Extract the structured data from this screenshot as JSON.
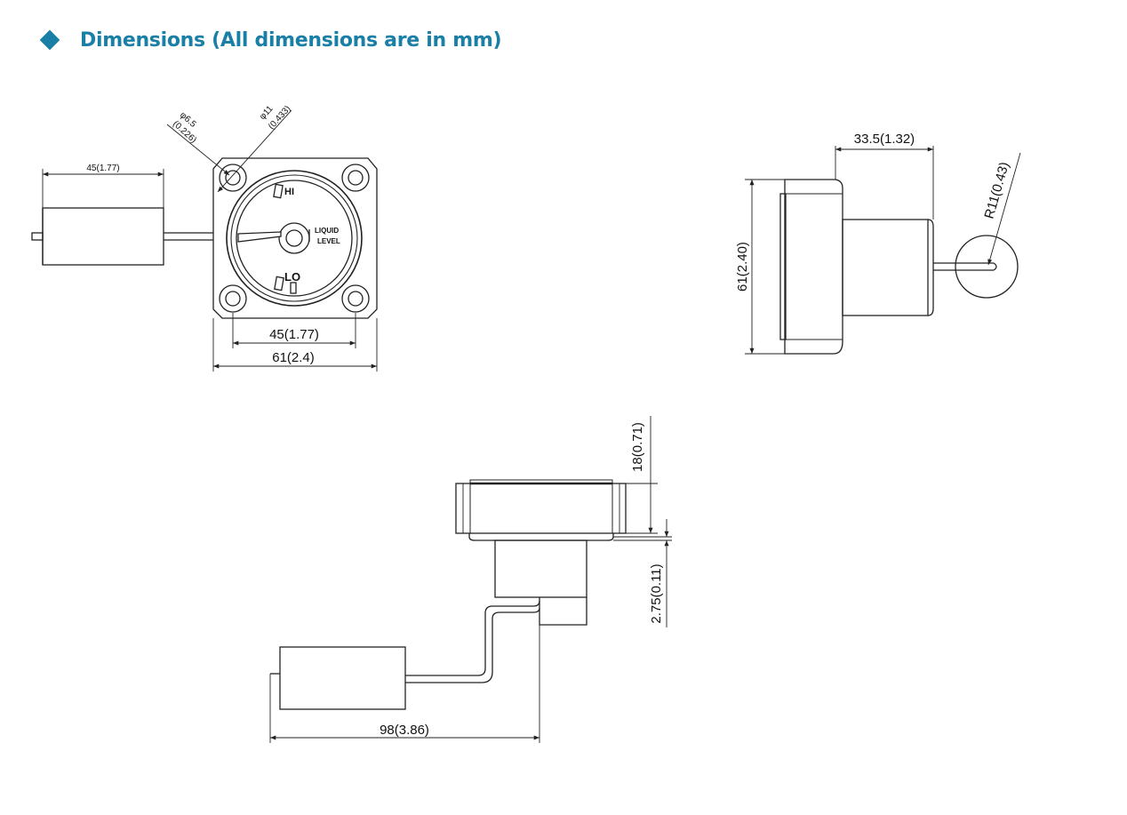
{
  "header": {
    "title": "Dimensions (All dimensions are in mm)",
    "accent_color": "#1a7fa6",
    "bullet_icon": "diamond-icon"
  },
  "front_view": {
    "float_arm_length": "45(1.77)",
    "hole_diameter": "φ6.5",
    "hole_diameter_in": "(0.226)",
    "dial_diameter": "φ11",
    "dial_diameter_in": "(0.433)",
    "hole_spacing": "45(1.77)",
    "overall_width": "61(2.4)",
    "label_hi": "HI",
    "label_lo": "LO",
    "label_liquid": "LIQUID",
    "label_level": "LEVEL"
  },
  "side_view": {
    "body_depth": "33.5(1.32)",
    "overall_height": "61(2.40)",
    "float_radius": "R11(0.43)"
  },
  "bottom_view": {
    "flange_thickness": "18(0.71)",
    "gasket_thickness": "2.75(0.11)",
    "arm_reach": "98(3.86)"
  }
}
